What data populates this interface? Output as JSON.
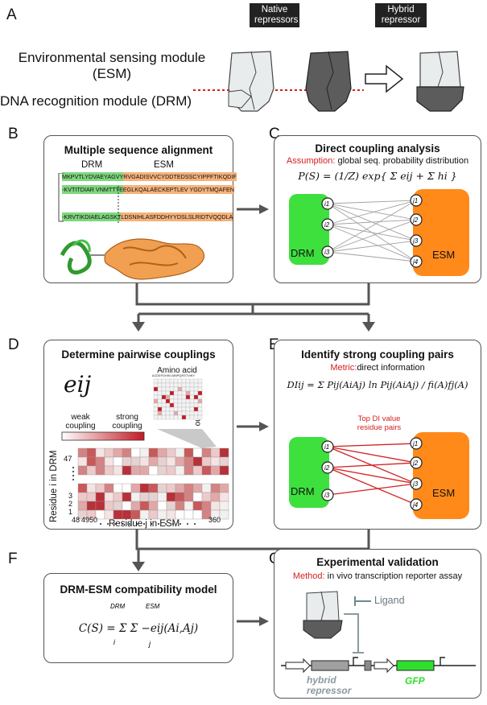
{
  "panels": {
    "A": {
      "letter": "A",
      "native_label": "Native repressors",
      "hybrid_label": "Hybrid repressor",
      "esm_label_line1": "Environmental sensing module",
      "esm_label_line2": "(ESM)",
      "drm_label": "DNA recognition module (DRM)"
    },
    "B": {
      "letter": "B",
      "title": "Multiple sequence alignment",
      "drm_header": "DRM",
      "esm_header": "ESM",
      "seq_rows": [
        {
          "drm": "MKPVTLYDVAEYAGVY",
          "esm": "RVGADISVVCYDDTEDSSCYIPPFTIKQDIF"
        },
        {
          "drm": "-KVTITDIAR VNMTTTE",
          "esm": "EGLKQALAECKEPTLEV YGDYTMQAFEN"
        },
        {
          "drm": "-KRVTIKDIAELAGSKT",
          "esm": "LDSNIHLASFDDHYYDSLSLRIDTVQQDLA"
        }
      ]
    },
    "C": {
      "letter": "C",
      "title": "Direct coupling analysis",
      "assumption_label": "Assumption:",
      "assumption_text": " global seq. probability distribution",
      "formula": "P(S) = (1/Z) exp{ Σ eij + Σ hi }",
      "drm": "DRM",
      "esm": "ESM",
      "left_nodes": [
        "i1",
        "i2",
        "i3"
      ],
      "right_nodes": [
        "j1",
        "j2",
        "j3",
        "j4"
      ]
    },
    "D": {
      "letter": "D",
      "title": "Determine pairwise couplings",
      "symbol": "eij",
      "amino_acid_top": "Amino acid",
      "amino_acid_right": "Amino acid",
      "aa_letters": "ACDEFGHIKLMNPQRSTVWY",
      "weak": "weak coupling",
      "strong": "strong coupling",
      "y_axis": "Residue i in DRM",
      "x_axis": "Residue j in ESM",
      "y_ticks": [
        "47",
        "3",
        "2",
        "1"
      ],
      "x_ticks": [
        "48",
        "49",
        "50",
        "360"
      ]
    },
    "E": {
      "letter": "E",
      "title": "Identify strong coupling pairs",
      "metric_label": "Metric:",
      "metric_text": "direct information",
      "formula": "DIij = Σ Pij(AiAj) ln Pij(AiAj) / fi(A)fj(A)",
      "top_label_1": "Top DI value",
      "top_label_2": "residue pairs",
      "drm": "DRM",
      "esm": "ESM",
      "left_nodes": [
        "i1",
        "i2",
        "i3"
      ],
      "right_nodes": [
        "j1",
        "j2",
        "j3",
        "j4"
      ]
    },
    "F": {
      "letter": "F",
      "title": "DRM-ESM compatibility model",
      "formula": "C(S) = Σ Σ −eij(Ai,Aj)"
    },
    "G": {
      "letter": "G",
      "title": "Experimental validation",
      "method_label": "Method:",
      "method_text": " in vivo transcription reporter assay",
      "ligand": "Ligand",
      "hybrid_1": "hybrid",
      "hybrid_2": "repressor",
      "gfp": "GFP"
    }
  },
  "colors": {
    "drm_green": "#3ee03e",
    "esm_orange": "#ff8a1a",
    "seq_green": "#7ed67e",
    "seq_orange": "#f5b27a",
    "red_accent": "#d42020",
    "arrow_grey": "#555555",
    "gfp_green": "#2ee02e"
  }
}
